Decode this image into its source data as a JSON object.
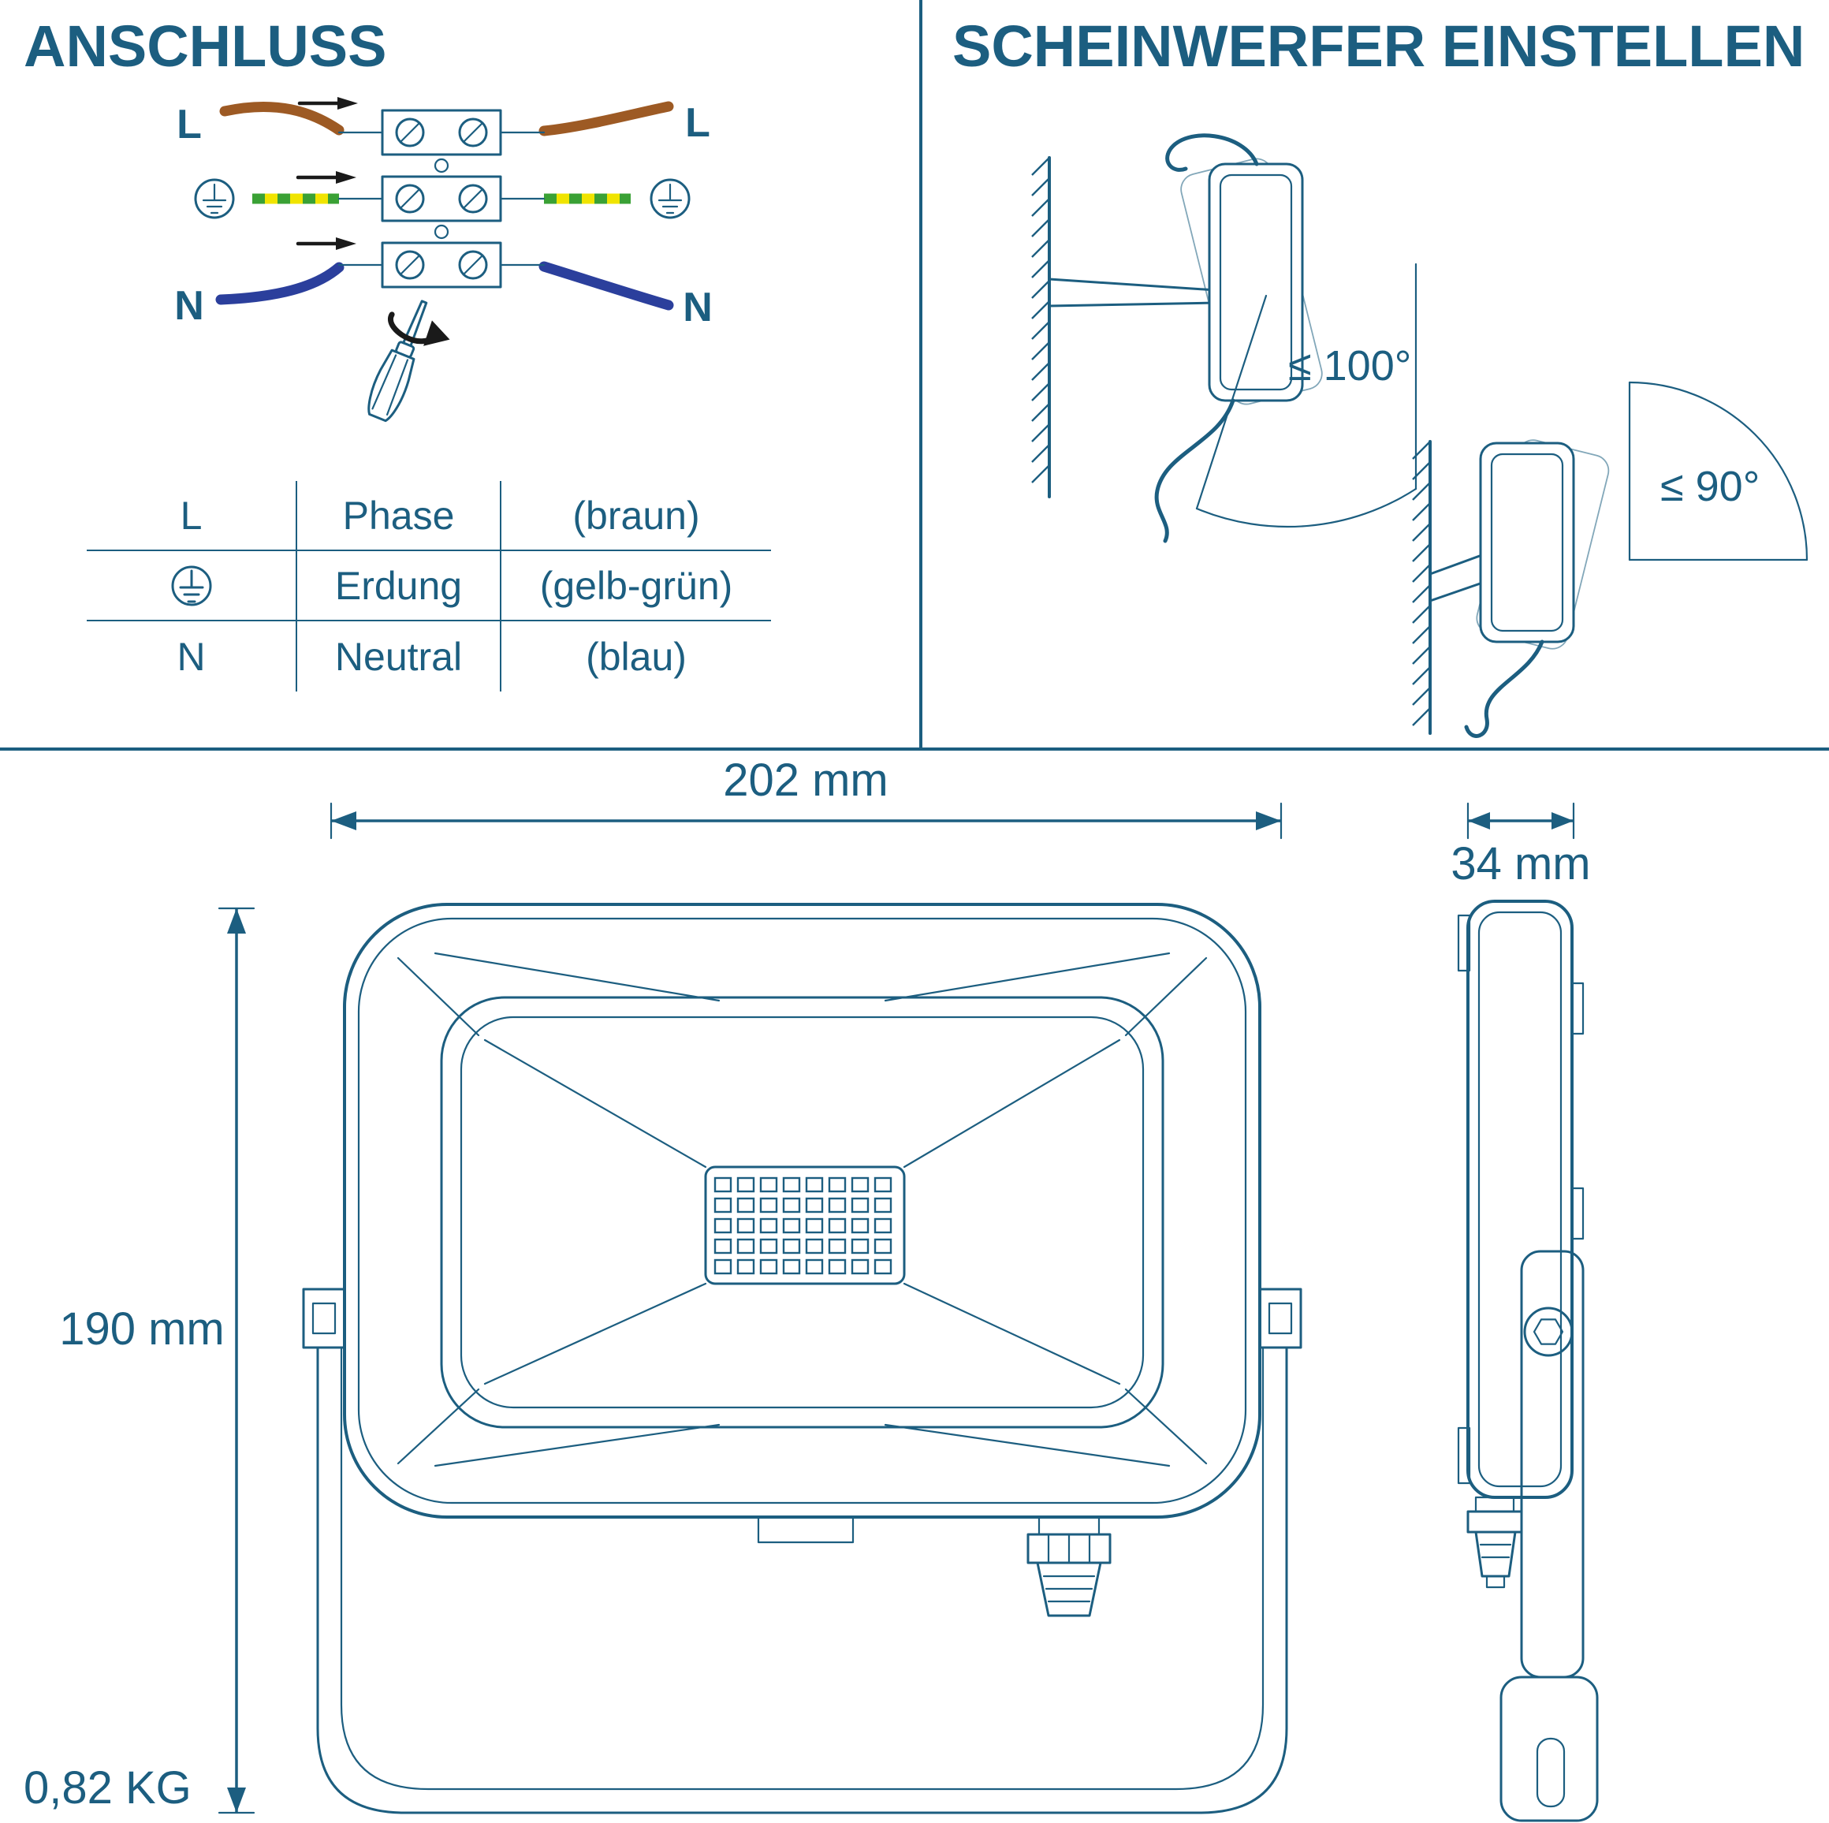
{
  "colors": {
    "ink": "#1c5e80",
    "brown": "#9d5a24",
    "blue": "#2b3f9c",
    "yellow": "#f0e400",
    "green": "#3aa135",
    "black": "#1a1a1a"
  },
  "anschluss": {
    "title": "ANSCHLUSS",
    "wires": {
      "l_left": "L",
      "l_right": "L",
      "n_left": "N",
      "n_right": "N"
    },
    "table": {
      "rows": [
        {
          "symbol": "L",
          "name": "Phase",
          "color": "(braun)"
        },
        {
          "symbol": "earth-icon",
          "name": "Erdung",
          "color": "(gelb-grün)"
        },
        {
          "symbol": "N",
          "name": "Neutral",
          "color": "(blau)"
        }
      ]
    }
  },
  "einstellen": {
    "title": "SCHEINWERFER EINSTELLEN",
    "angle_tilt": "≤ 100°",
    "angle_swivel": "≤ 90°"
  },
  "dimensions": {
    "width": "202 mm",
    "depth": "34 mm",
    "height": "190 mm",
    "weight": "0,82 KG"
  }
}
